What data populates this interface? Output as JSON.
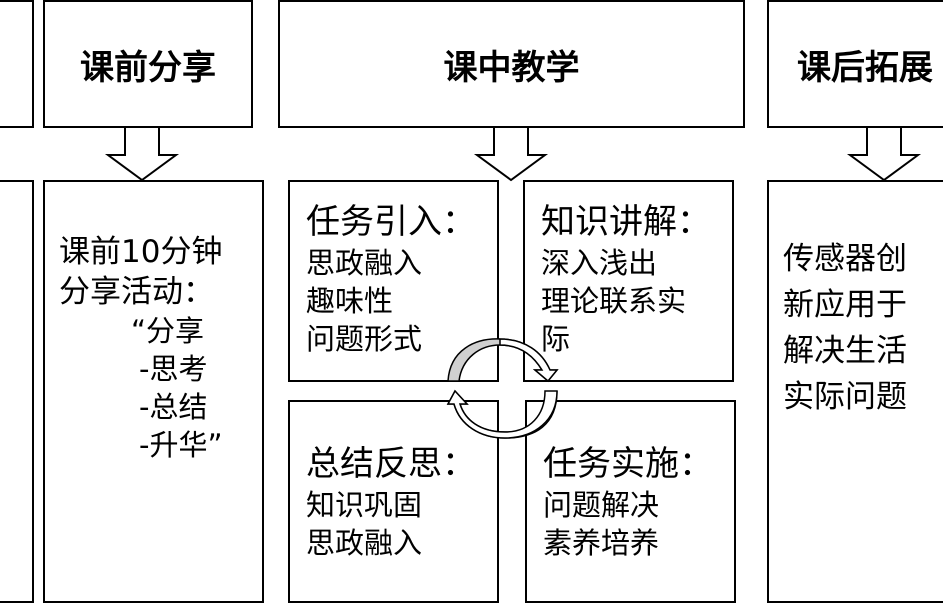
{
  "headers": {
    "pre": "课前分享",
    "in": "课中教学",
    "post": "课后拓展"
  },
  "pre_box": {
    "title_lines": [
      "课前10分钟",
      "分享活动："
    ],
    "steps": [
      "“分享",
      "-思考",
      "-总结",
      "-升华”"
    ]
  },
  "in_quadrants": [
    {
      "title": "任务引入：",
      "lines": [
        "思政融入",
        "趣味性",
        "问题形式"
      ]
    },
    {
      "title": "知识讲解：",
      "lines": [
        "深入浅出",
        "理论联系实",
        "际"
      ]
    },
    {
      "title": "总结反思：",
      "lines": [
        "知识巩固",
        "思政融入"
      ]
    },
    {
      "title": "任务实施：",
      "lines": [
        "问题解决",
        "素养培养"
      ]
    }
  ],
  "post_box": {
    "lines": [
      "传感器创",
      "新应用于",
      "解决生活",
      "实际问题"
    ]
  }
}
